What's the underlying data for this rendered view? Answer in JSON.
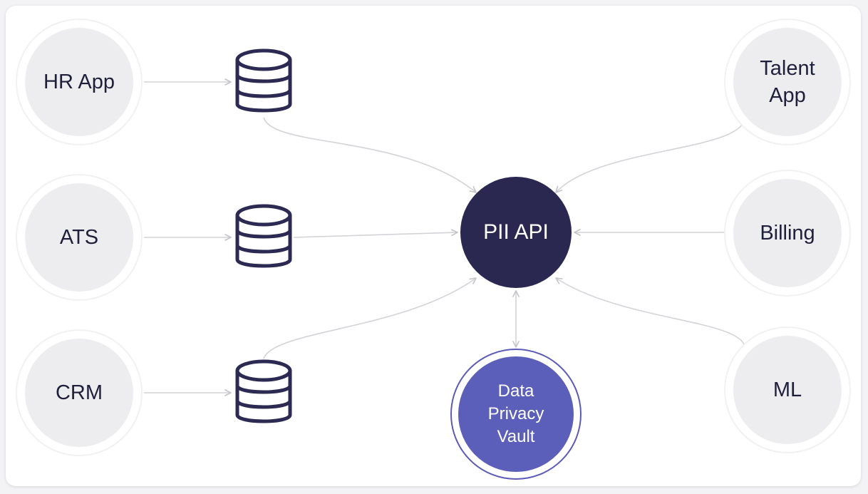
{
  "diagram": {
    "hub": {
      "label": "PII API"
    },
    "vault": {
      "lines": [
        "Data",
        "Privacy",
        "Vault"
      ]
    },
    "sources_left": [
      {
        "label": "HR App"
      },
      {
        "label": "ATS"
      },
      {
        "label": "CRM"
      }
    ],
    "sources_right": [
      {
        "lines": [
          "Talent",
          "App"
        ]
      },
      {
        "label": "Billing"
      },
      {
        "label": "ML"
      }
    ],
    "databases": [
      "database-icon",
      "database-icon",
      "database-icon"
    ],
    "colors": {
      "hub": "#2a2750",
      "vault": "#5c5fba",
      "vault_ring": "#5a5ab8",
      "source_fill": "#ededef",
      "source_text": "#1f1f3c",
      "edge": "#cfcfd4",
      "db_stroke": "#2c2a52"
    }
  }
}
